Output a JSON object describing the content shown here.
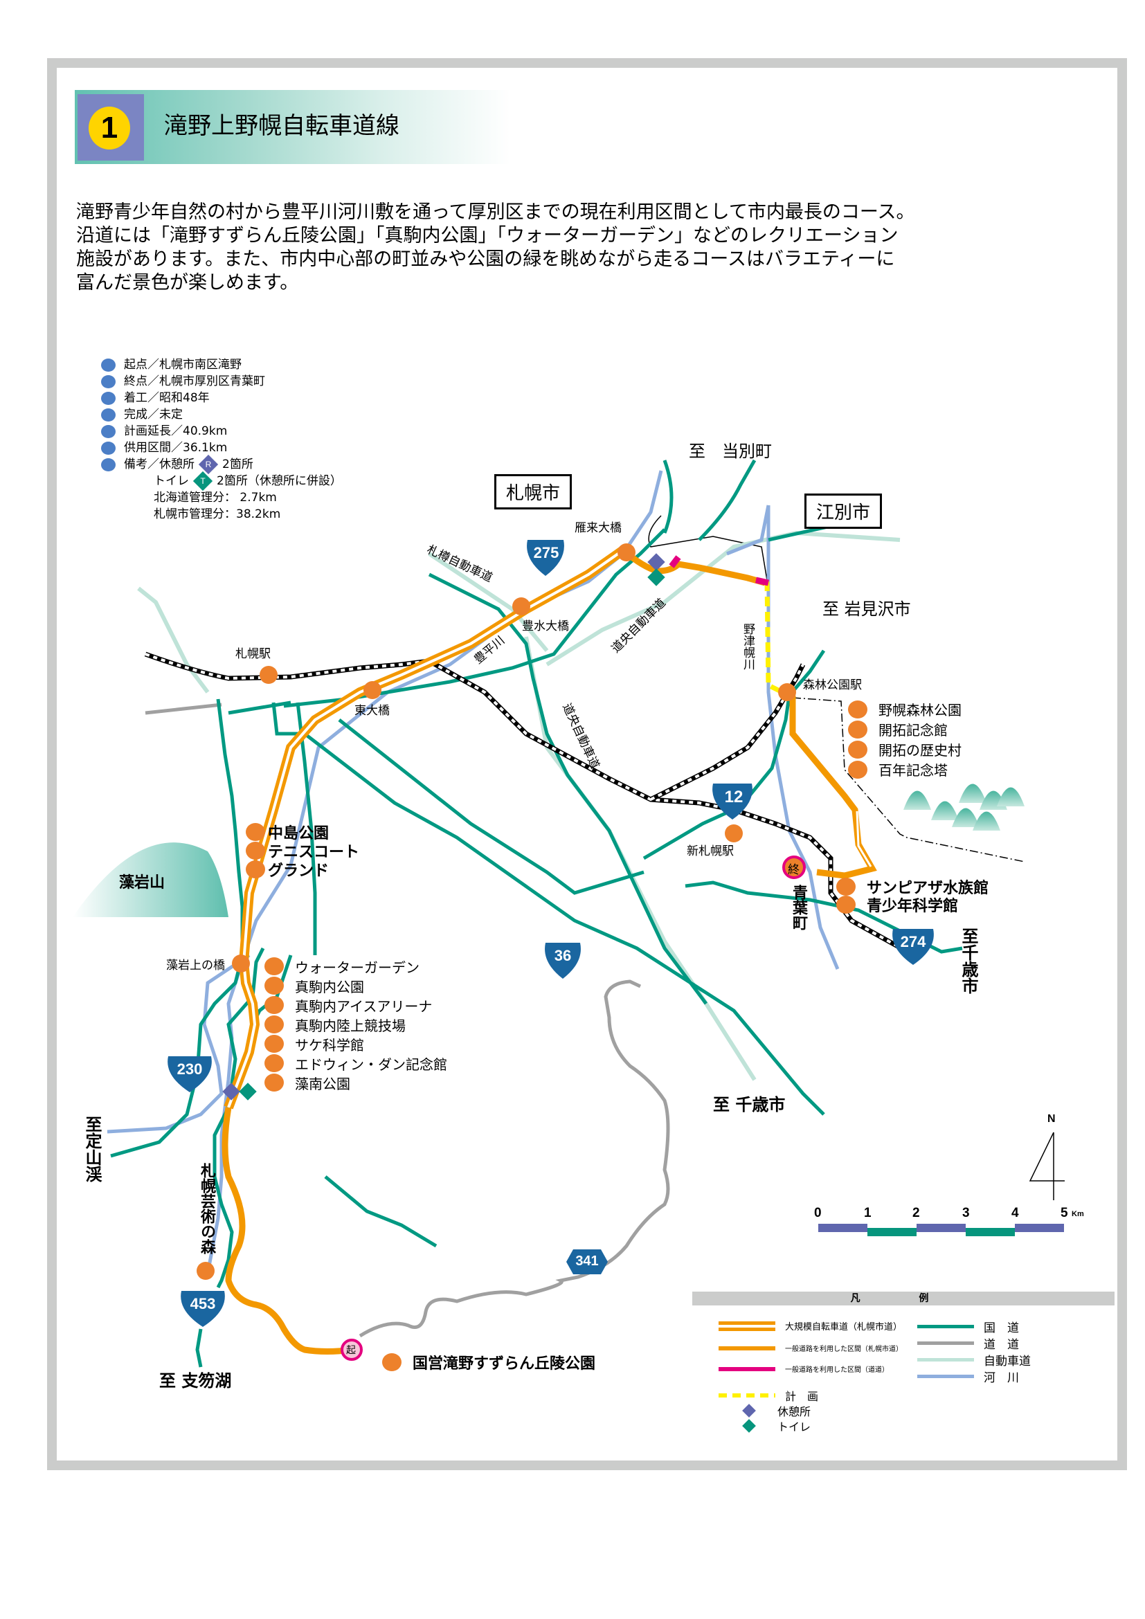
{
  "header": {
    "number": "1",
    "title": "滝野上野幌自転車道線"
  },
  "intro": {
    "lines": [
      "滝野青少年自然の村から豊平川河川敷を通って厚別区までの現在利用区間として市内最長のコース。",
      "沿道には「滝野すずらん丘陵公園」「真駒内公園」「ウォーターガーデン」などのレクリエーション",
      "施設があります。また、市内中心部の町並みや公園の緑を眺めながら走るコースはバラエティーに",
      "富んだ景色が楽しめます。"
    ]
  },
  "facts": {
    "items": [
      "起点／札幌市南区滝野",
      "終点／札幌市厚別区青葉町",
      "着工／昭和48年",
      "完成／未定",
      "計画延長／40.9km",
      "供用区間／36.1km"
    ],
    "remarks_label": "備考／休憩所",
    "rest_count": "2箇所",
    "toilet_label": "トイレ",
    "toilet_count": "2箇所（休憩所に併設）",
    "hokkaido_share": "北海道管理分： 2.7km",
    "sapporo_share": "札幌市管理分：38.2km",
    "rest_icon": "R",
    "toilet_icon": "T"
  },
  "map": {
    "cities": {
      "sapporo": "札幌市",
      "ebetsu": "江別市"
    },
    "directions": {
      "tobetsu": "至　当別町",
      "iwamizawa": "至 岩見沢市",
      "chitose_east": "至千歳市",
      "chitose_south": "至 千歳市",
      "jozankei": "至定山渓",
      "shikotsu": "至 支笏湖"
    },
    "route_shields": {
      "r275": "275",
      "r12": "12",
      "r36": "36",
      "r274": "274",
      "r230": "230",
      "r453": "453",
      "r341": "341"
    },
    "places": {
      "sapporo_station": "札幌駅",
      "higashi_ohashi": "東大橋",
      "hosui_ohashi": "豊水大橋",
      "karaiki_ohashi": "雁来大橋",
      "toyohira_river": "豊平川",
      "satsuta_expressway": "札樽自動車道",
      "doo_expressway_1": "道央自動車道",
      "doo_expressway_2": "道央自動車道",
      "nopporo_river": "野津幌川",
      "shinrin_koen_station": "森林公園駅",
      "shin_sapporo_station": "新札幌駅",
      "aobacho": "青葉町",
      "moiwa_kaminohashi": "藻岩上の橋",
      "moiwayama": "藻岩山",
      "art_forest": "札幌芸術の森",
      "end_marker": "終",
      "start_marker": "起"
    },
    "pois_nopporo": [
      "野幌森林公園",
      "開拓記念館",
      "開拓の歴史村",
      "百年記念塔"
    ],
    "pois_aoba": [
      "サンピアザ水族館",
      "青少年科学館"
    ],
    "pois_nakajima": [
      "中島公園",
      "テニスコート",
      "グランド"
    ],
    "pois_makomanai": [
      "ウォーターガーデン",
      "真駒内公園",
      "真駒内アイスアリーナ",
      "真駒内陸上競技場",
      "サケ科学館",
      "エドウィン・ダン記念館",
      "藻南公園"
    ],
    "poi_takino": "国営滝野すずらん丘陵公園"
  },
  "compass": {
    "label": "N"
  },
  "scale": {
    "ticks": [
      "0",
      "1",
      "2",
      "3",
      "4",
      "5"
    ],
    "unit": "Km"
  },
  "legend": {
    "title": "凡 例",
    "items_left": [
      {
        "label": "大規模自転車道（札幌市道）",
        "color": "#f39800",
        "style": "double"
      },
      {
        "label": "一般道路を利用した区間（札幌市道）",
        "color": "#f39800",
        "style": "single"
      },
      {
        "label": "一般道路を利用した区間（道道）",
        "color": "#e4007f",
        "style": "single"
      },
      {
        "label": "計　画",
        "color": "#fff100",
        "style": "dashed"
      },
      {
        "label": "休憩所",
        "icon": "R"
      },
      {
        "label": "トイレ",
        "icon": "T"
      }
    ],
    "items_right": [
      {
        "label": "国　道",
        "color": "#009982"
      },
      {
        "label": "道　道",
        "color": "#a0a0a0"
      },
      {
        "label": "自動車道",
        "color": "#bfe3d8"
      },
      {
        "label": "河　川",
        "color": "#8eaede"
      }
    ]
  },
  "colors": {
    "cycle_route": "#f39800",
    "national_road": "#009982",
    "prefectural_road": "#a0a0a0",
    "expressway": "#bfe3d8",
    "river": "#8eaede",
    "poi": "#ed812b",
    "shield": "#1a66a0",
    "fact_bullet": "#4b7ec6"
  }
}
